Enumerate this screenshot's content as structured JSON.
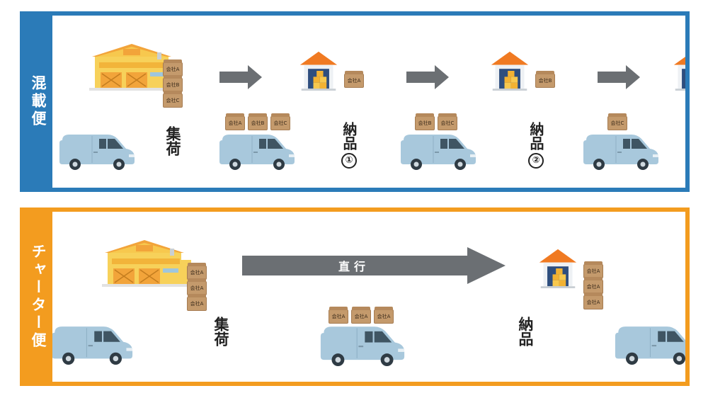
{
  "consolidated": {
    "band_label": "混載便",
    "pickup_label": "集荷",
    "delivery1": {
      "label": "納品",
      "number": "①"
    },
    "delivery2": {
      "label": "納品",
      "number": "②"
    },
    "warehouse_boxes": [
      "会社A",
      "会社B",
      "会社C"
    ],
    "van1_cargo": [
      "会社A",
      "会社B",
      "会社C"
    ],
    "van2_cargo": [
      "会社B",
      "会社C"
    ],
    "van3_cargo": [
      "会社C"
    ],
    "drop1": "会社A",
    "drop2": "会社B"
  },
  "charter": {
    "band_label": "チャーター便",
    "pickup_label": "集荷",
    "direct_label": "直行",
    "delivery_label": "納品",
    "warehouse_boxes": [
      "会社A",
      "会社A",
      "会社A"
    ],
    "van_cargo": [
      "会社A",
      "会社A",
      "会社A"
    ],
    "drop_boxes": [
      "会社A",
      "会社A",
      "会社A"
    ]
  },
  "colors": {
    "blue": "#2b7bb8",
    "orange": "#f39c1f",
    "van": "#a8c8dc",
    "arrow": "#6b6f73",
    "warehouse_yellow": "#f7d15a",
    "roof_orange": "#f07a22",
    "box_brown": "#c49a6c"
  }
}
